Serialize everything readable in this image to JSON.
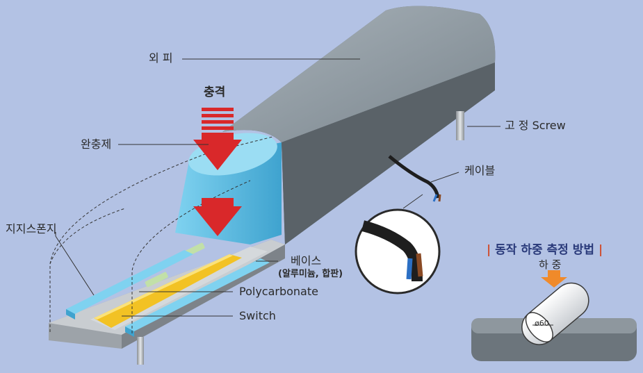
{
  "labels": {
    "outer_cover": "외 피",
    "impact": "충격",
    "cushion": "완충제",
    "support": "지지스폰지",
    "fixing_screw": "고 정 Screw",
    "cable": "케이블",
    "base": "베이스",
    "base_material": "(알루미늄, 합판)",
    "polycarbonate": "Polycarbonate",
    "switch": "Switch"
  },
  "method": {
    "title": "동작 하중 측정 방법",
    "load": "하 중",
    "diameter": "ø60"
  },
  "colors": {
    "background": "#b3c2e4",
    "cover": "#7d8890",
    "cushion": "#5cb8e0",
    "arrow": "#d9282a",
    "switch": "#f2c224",
    "title": "#2a3a7a"
  }
}
